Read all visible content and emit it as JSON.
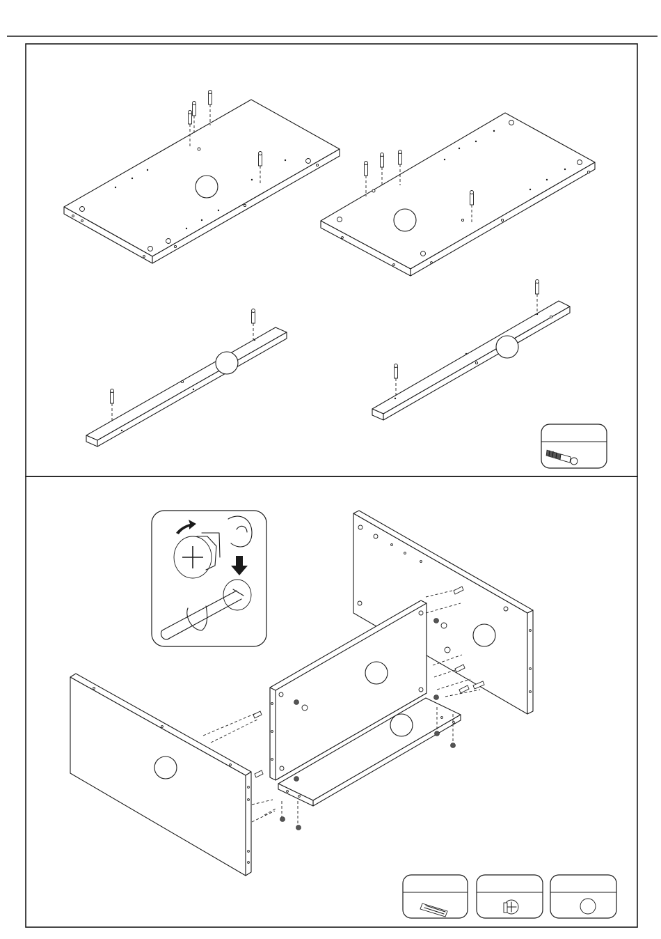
{
  "steps": [
    {
      "parts": [
        "top-panel-left",
        "top-panel-right",
        "rail-left",
        "rail-right"
      ],
      "hardware": [
        {
          "icon": "cam-bolt-icon",
          "count": ""
        }
      ]
    },
    {
      "parts": [
        "side-panel-left",
        "center-panel",
        "bottom-shelf",
        "side-panel-right"
      ],
      "detail": {
        "icons": [
          "cam-lock-insert-icon",
          "screwdriver-icon",
          "arrow-icon"
        ]
      },
      "hardware": [
        {
          "icon": "wooden-dowel-icon",
          "count": ""
        },
        {
          "icon": "cam-lock-icon",
          "count": ""
        },
        {
          "icon": "cover-cap-icon",
          "count": ""
        }
      ]
    }
  ],
  "colors": {
    "line": "#1a1a1a",
    "background": "#ffffff"
  }
}
